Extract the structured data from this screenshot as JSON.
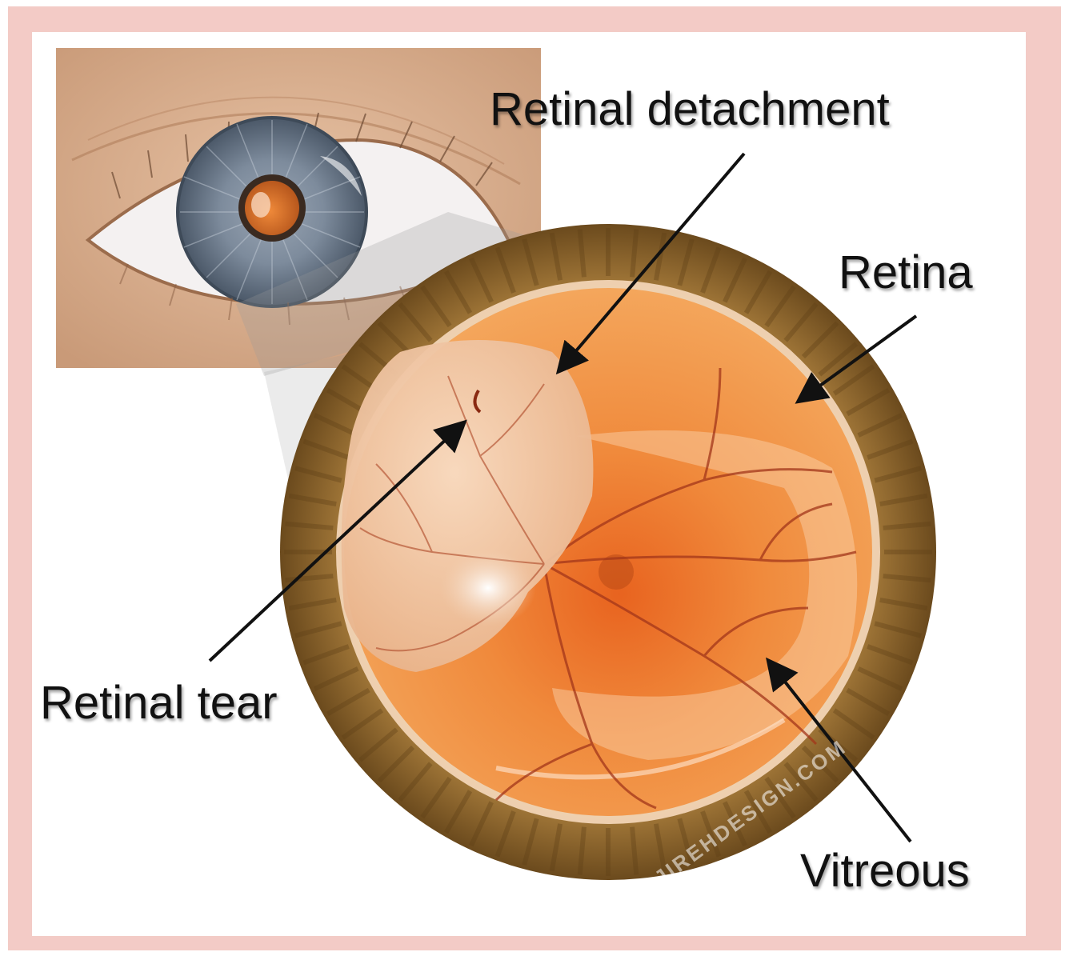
{
  "labels": {
    "retinal_detachment": "Retinal detachment",
    "retina": "Retina",
    "retinal_tear": "Retinal tear",
    "vitreous": "Vitreous"
  },
  "watermark": "JIREHDESIGN.COM",
  "colors": {
    "border": "#f2c9c4",
    "iris": "#6f7f92",
    "fundus": "#ea7a2a",
    "rim": "#8a6428",
    "detached_retina": "#f1c6a4"
  }
}
